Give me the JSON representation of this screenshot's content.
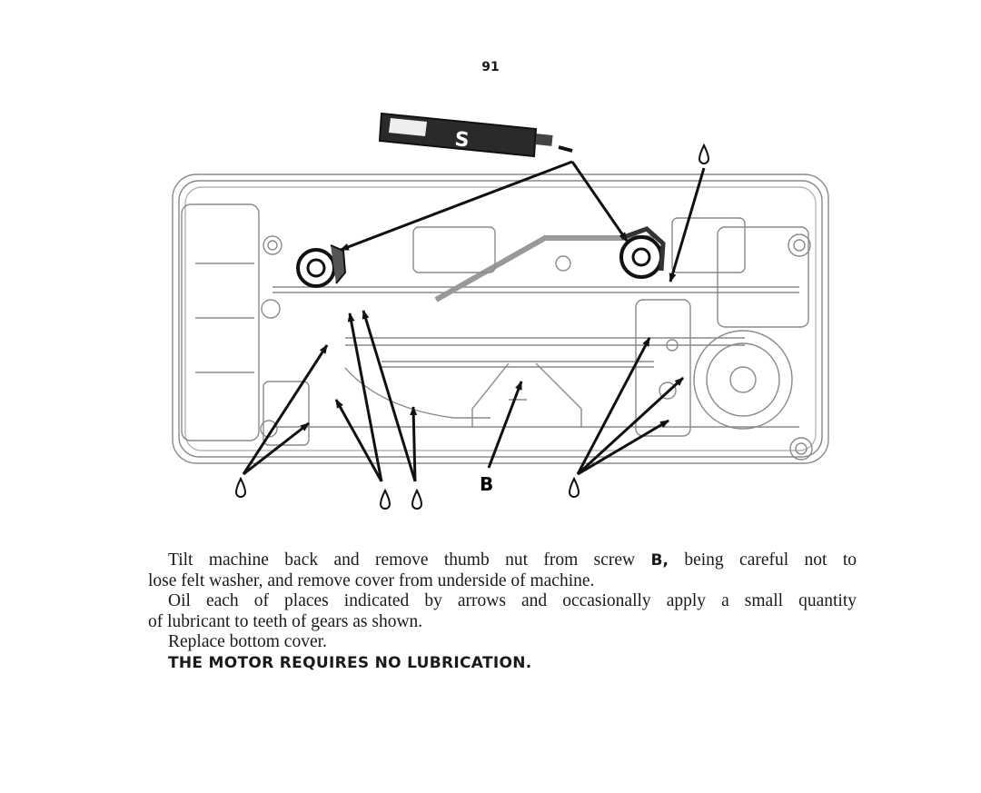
{
  "page": {
    "number": "91"
  },
  "figure": {
    "tube_label": "S",
    "screw_label": "B"
  },
  "text": {
    "p1_line1": "Tilt machine back and remove thumb nut from screw",
    "p1_screw": "B,",
    "p1_line1_end": "being careful not to",
    "p1_line2": "lose felt washer, and remove cover from underside of machine.",
    "p2_line1": "Oil each of places indicated by arrows and occasionally apply a small quantity",
    "p2_line2": "of lubricant to teeth of gears as shown.",
    "p3": "Replace bottom cover.",
    "warning": "THE MOTOR REQUIRES NO LUBRICATION."
  },
  "colors": {
    "ink": "#1a1a1a",
    "paper": "#ffffff",
    "machine_gray": "#9a9a9a"
  }
}
